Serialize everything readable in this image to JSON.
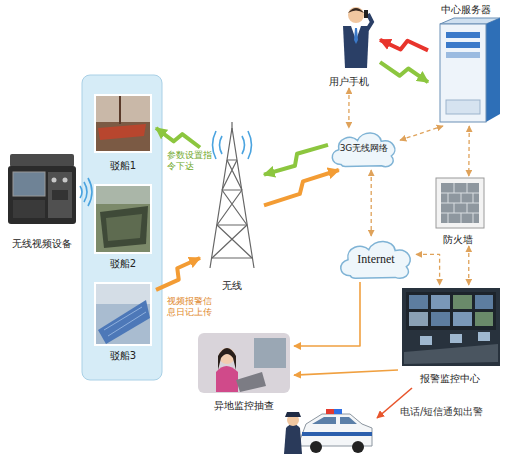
{
  "diagram": {
    "nodes": [
      {
        "text": [
          "无线视频设备"
        ]
      },
      {
        "text": [
          "驳船1"
        ]
      },
      {
        "text": [
          "驳船2"
        ]
      },
      {
        "text": [
          "驳船3"
        ]
      },
      {
        "text": [
          "无线"
        ]
      },
      {
        "text": [
          "用户手机"
        ]
      },
      {
        "text": [
          "中心服务器"
        ]
      },
      {
        "text": [
          "3G无线网络"
        ]
      },
      {
        "text": [
          "Internet"
        ]
      },
      {
        "text": [
          "防火墙"
        ]
      },
      {
        "text": [
          "报警监控中心"
        ]
      },
      {
        "text": [
          "异地监控抽查"
        ]
      }
    ],
    "edges": [
      {
        "from": 4,
        "to": 1,
        "arrow": "to",
        "label": "参数设置指令下达"
      },
      {
        "from": 3,
        "to": 4,
        "arrow": "to",
        "label": "视频报警信息日记上传"
      },
      {
        "from": 7,
        "to": 4,
        "arrow": "to"
      },
      {
        "from": 4,
        "to": 7,
        "arrow": "to"
      },
      {
        "from": 6,
        "to": 5,
        "arrow": "to"
      },
      {
        "from": 5,
        "to": 6,
        "arrow": "to"
      },
      {
        "from": 5,
        "to": 7,
        "arrow": "both"
      },
      {
        "from": 7,
        "to": 6,
        "arrow": "both"
      },
      {
        "from": 7,
        "to": 8,
        "arrow": "both"
      },
      {
        "from": 6,
        "to": 9,
        "arrow": "both"
      },
      {
        "from": 9,
        "to": 10,
        "arrow": "both"
      },
      {
        "from": 8,
        "to": 10,
        "arrow": "both"
      },
      {
        "from": 8,
        "to": 11,
        "arrow": "to"
      },
      {
        "from": 10,
        "to": 11,
        "arrow": "to"
      }
    ],
    "labels": [
      "电话/短信通知出警"
    ]
  }
}
